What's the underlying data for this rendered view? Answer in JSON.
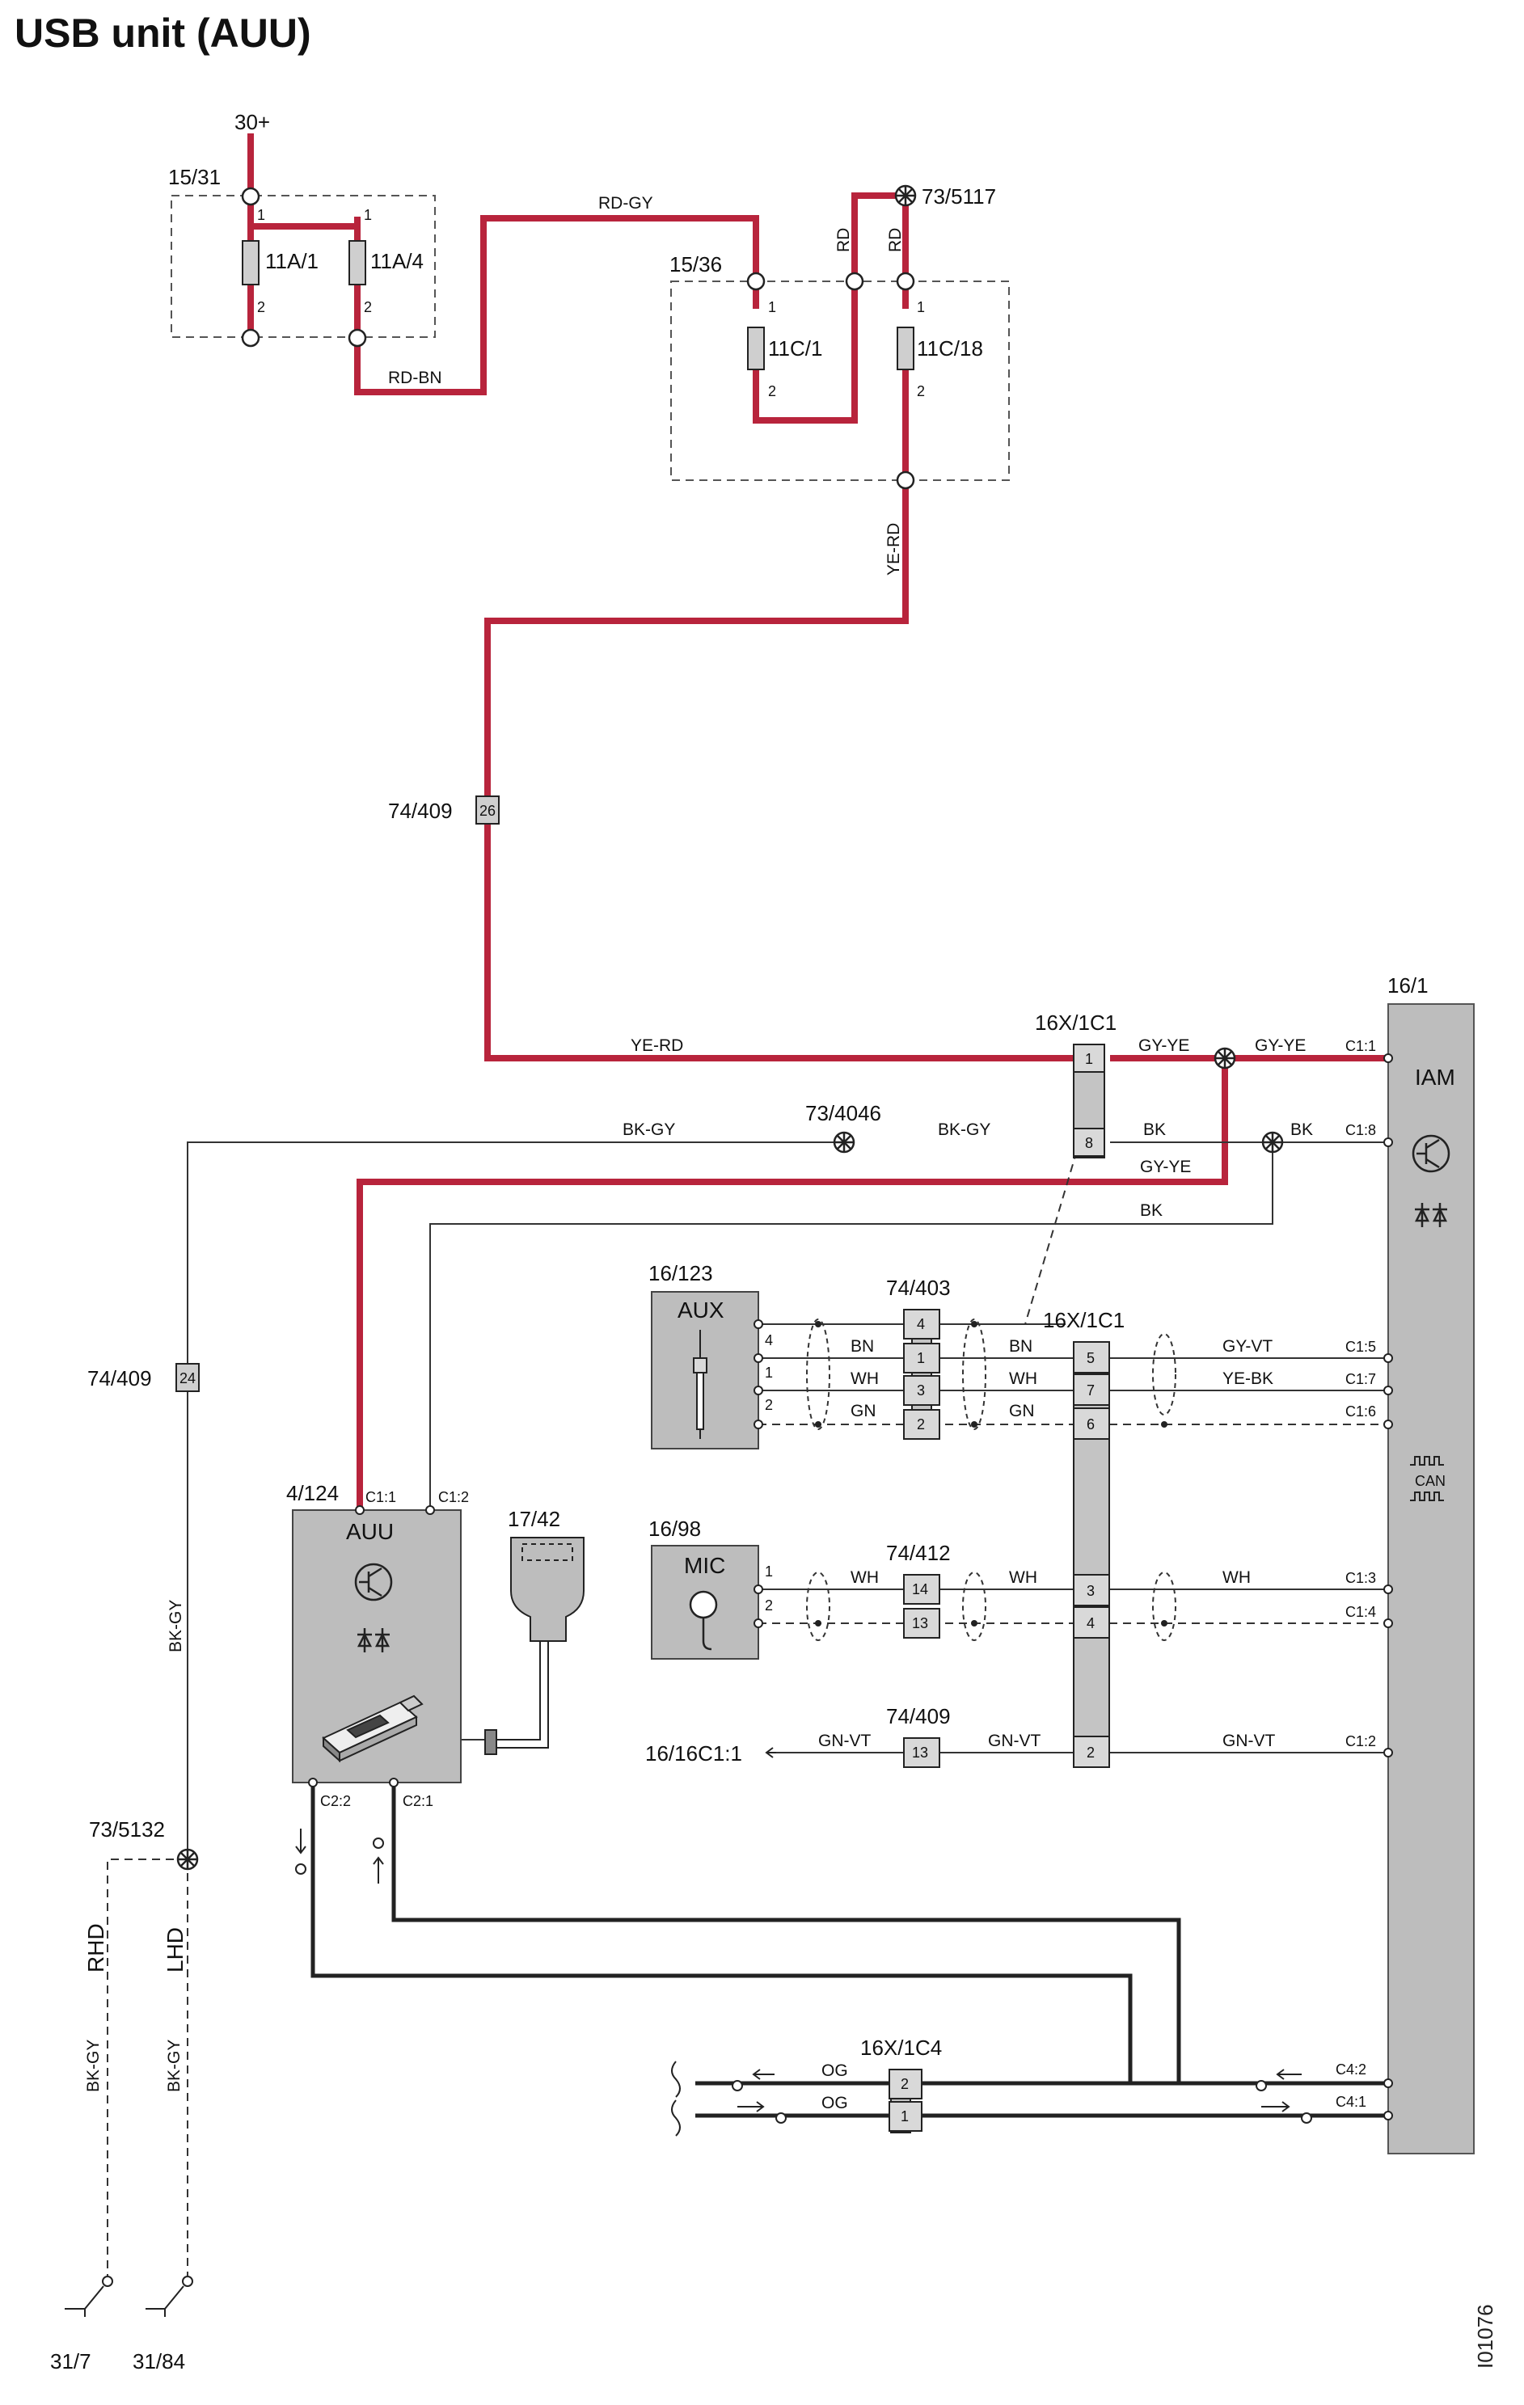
{
  "title": "USB unit (AUU)",
  "doc_id": "I01076",
  "colors": {
    "power_wire": "#b8243c",
    "wire": "#222222",
    "module_fill": "#bdbdbd",
    "box_fill": "#d9d9d9"
  },
  "labels": {
    "supply": "30+",
    "fusebox_a": "15/31",
    "fuse_11a1": "11A/1",
    "fuse_11a4": "11A/4",
    "fusebox_b": "15/36",
    "fuse_11c1": "11C/1",
    "fuse_11c18": "11C/18",
    "splice_5117": "73/5117",
    "conn_74409_a": "74/409",
    "conn_74409_b": "74/409",
    "conn_74409_c": "74/409",
    "conn_16x1c1_top": "16X/1C1",
    "conn_16x1c1_mid": "16X/1C1",
    "module_161": "16/1",
    "iam": "IAM",
    "can": "CAN",
    "splice_4046": "73/4046",
    "comp_16123": "16/123",
    "aux": "AUX",
    "conn_74403": "74/403",
    "comp_4124": "4/124",
    "auu": "AUU",
    "comp_1742": "17/42",
    "comp_1698": "16/98",
    "mic": "MIC",
    "conn_74412": "74/412",
    "ref_1616c1": "16/16C1:1",
    "splice_5132": "73/5132",
    "rhd": "RHD",
    "lhd": "LHD",
    "gnd_317": "31/7",
    "gnd_3184": "31/84",
    "conn_16x1c4": "16X/1C4"
  },
  "wire_labels": {
    "rd_gy": "RD-GY",
    "rd_bn": "RD-BN",
    "rd_a": "RD",
    "rd_b": "RD",
    "ye_rd_v": "YE-RD",
    "ye_rd_h": "YE-RD",
    "gy_ye_a": "GY-YE",
    "gy_ye_b": "GY-YE",
    "gy_ye_c": "GY-YE",
    "bk_gy_a": "BK-GY",
    "bk_gy_b": "BK-GY",
    "bk_gy_v": "BK-GY",
    "bk_a": "BK",
    "bk_b": "BK",
    "bk_c": "BK",
    "bn_a": "BN",
    "bn_b": "BN",
    "wh_a": "WH",
    "wh_b": "WH",
    "gn_a": "GN",
    "gn_b": "GN",
    "gy_vt": "GY-VT",
    "ye_bk": "YE-BK",
    "mic_wh_a": "WH",
    "mic_wh_b": "WH",
    "mic_wh_c": "WH",
    "gn_vt_a": "GN-VT",
    "gn_vt_b": "GN-VT",
    "gn_vt_c": "GN-VT",
    "og_a": "OG",
    "og_b": "OG",
    "bk_gy_rhd": "BK-GY",
    "bk_gy_lhd": "BK-GY"
  },
  "pins": {
    "f1": "1",
    "f2": "2",
    "f3": "1",
    "f4": "2",
    "f5": "1",
    "f6": "2",
    "f7": "1",
    "f8": "2",
    "c_26": "26",
    "c_24": "24",
    "c1_1": "1",
    "c1_8": "8",
    "iam_c1_1": "C1:1",
    "iam_c1_8": "C1:8",
    "iam_c1_5": "C1:5",
    "iam_c1_7": "C1:7",
    "iam_c1_6": "C1:6",
    "iam_c1_3": "C1:3",
    "iam_c1_4": "C1:4",
    "iam_c1_2": "C1:2",
    "iam_c4_2": "C4:2",
    "iam_c4_1": "C4:1",
    "auu_c1_1": "C1:1",
    "auu_c1_2": "C1:2",
    "auu_c2_2": "C2:2",
    "auu_c2_1": "C2:1",
    "aux_4": "4",
    "aux_1": "1",
    "aux_2": "2",
    "k403_4": "4",
    "k403_1": "1",
    "k403_3": "3",
    "k403_2": "2",
    "k1c1_5": "5",
    "k1c1_7": "7",
    "k1c1_6": "6",
    "k1c1_3": "3",
    "k1c1_4": "4",
    "k1c1_2": "2",
    "mic_1": "1",
    "mic_2": "2",
    "k412_14": "14",
    "k412_13": "13",
    "k409_13": "13",
    "c4_2": "2",
    "c4_1": "1"
  }
}
